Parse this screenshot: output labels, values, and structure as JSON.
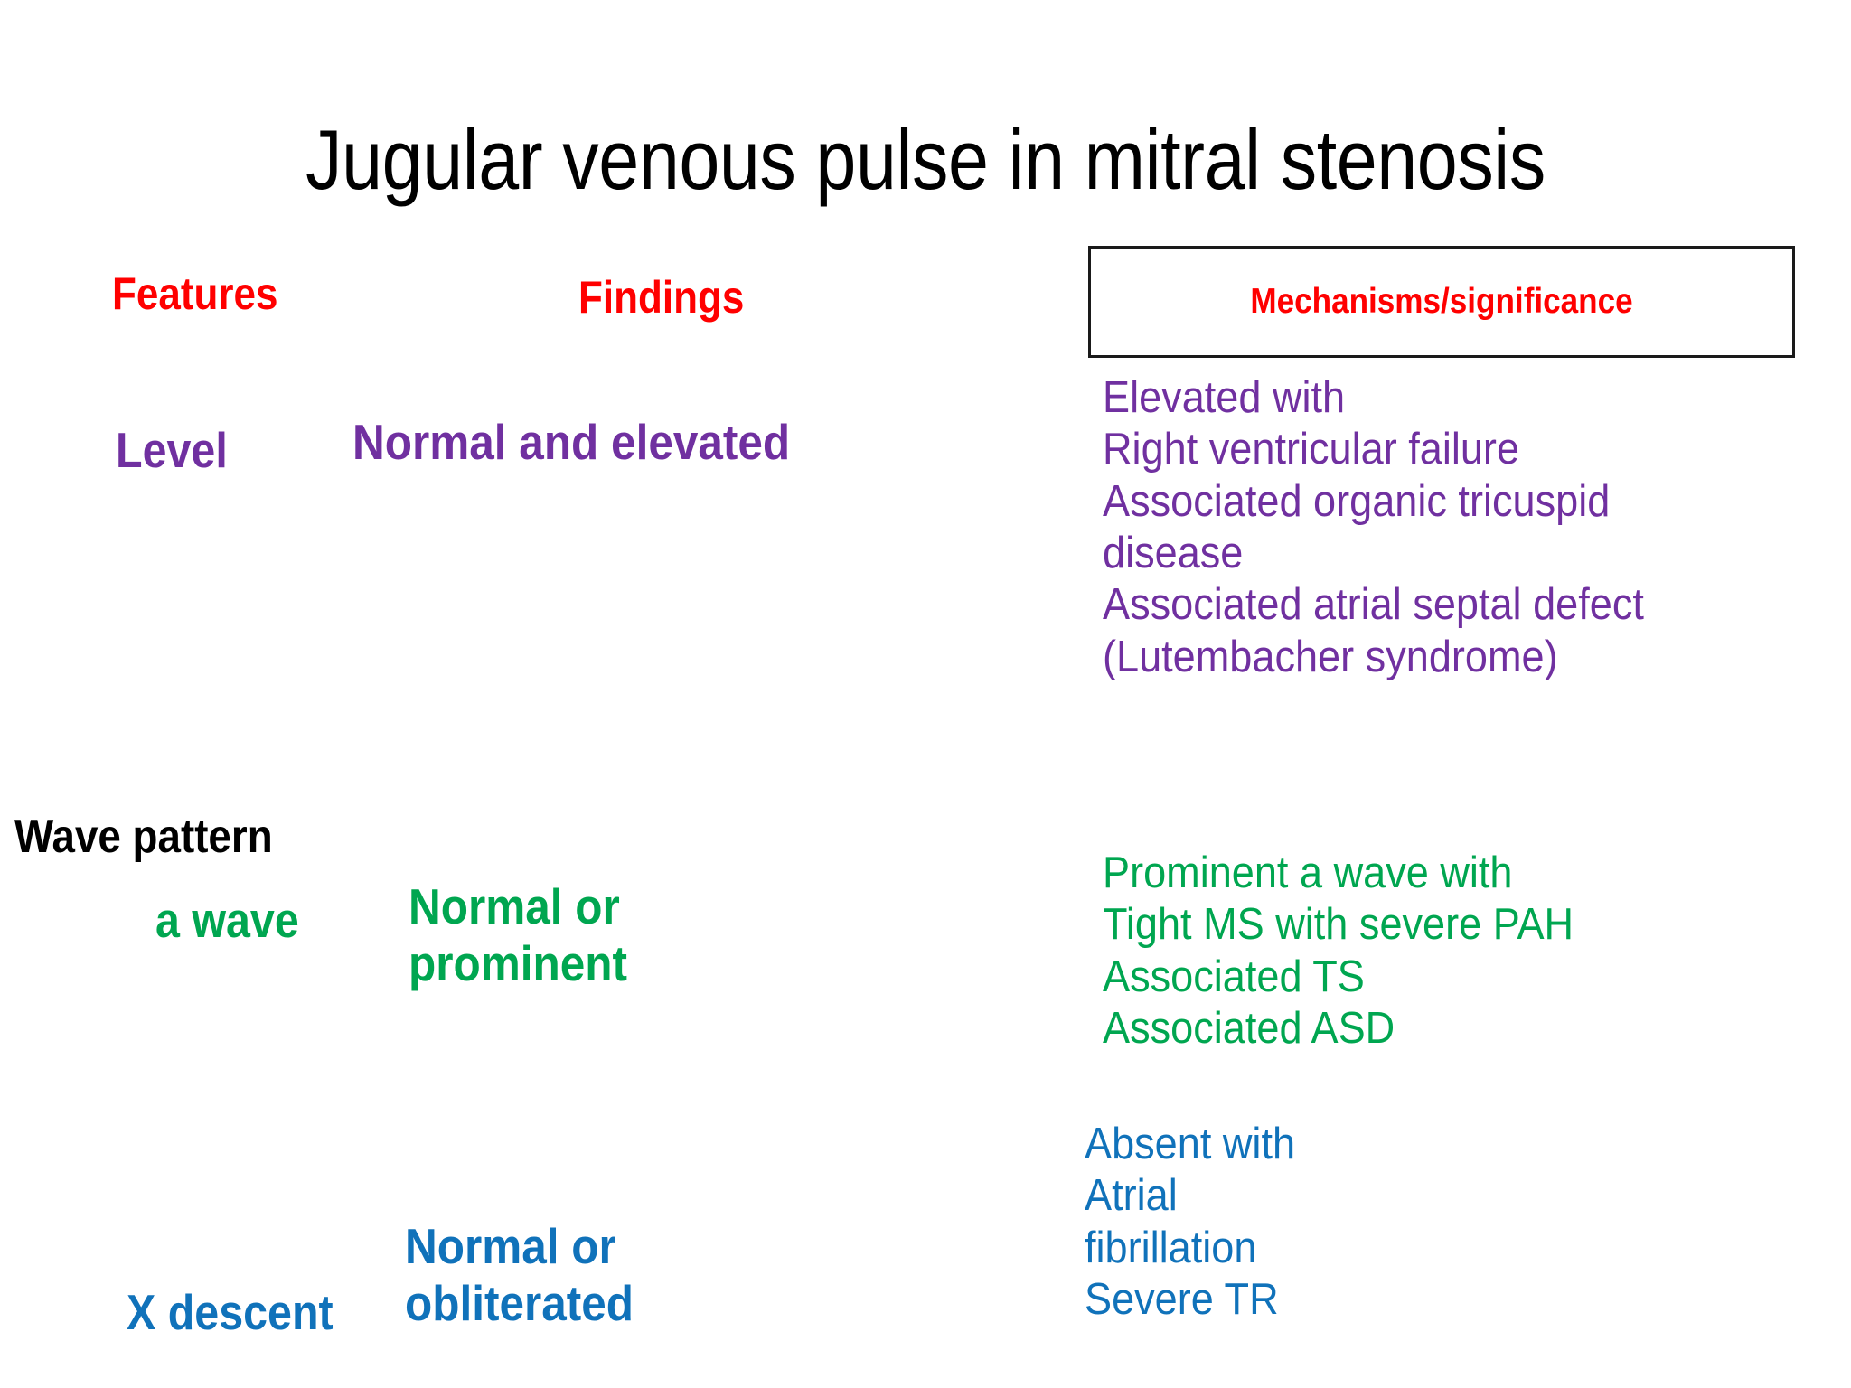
{
  "slide": {
    "title": "Jugular venous pulse in mitral stenosis",
    "background_color": "#FFFFFF"
  },
  "colors": {
    "header_red": "#FF0000",
    "level_purple": "#7030A0",
    "a_wave_green": "#00A650",
    "x_descent_blue": "#1072BA",
    "section_black": "#000000",
    "box_border": "#1A1A1A"
  },
  "columns": {
    "features_header": "Features",
    "findings_header": "Findings",
    "mechanisms_header": "Mechanisms/significance"
  },
  "section_label": "Wave pattern",
  "rows": [
    {
      "feature": "Level",
      "finding": "Normal and elevated",
      "mechanism": "Elevated with\n Right ventricular failure\nAssociated organic tricuspid\ndisease\n Associated atrial septal defect\n(Lutembacher syndrome)",
      "color": "#7030A0"
    },
    {
      "feature": "a wave",
      "finding": "Normal or\nprominent",
      "mechanism": " Prominent a wave with\nTight MS with severe PAH\nAssociated TS\nAssociated ASD",
      "color": "#00A650"
    },
    {
      "feature": "X descent",
      "finding": "Normal or\nobliterated",
      "mechanism": "Absent with\nAtrial\nfibrillation\nSevere TR",
      "color": "#1072BA"
    }
  ]
}
